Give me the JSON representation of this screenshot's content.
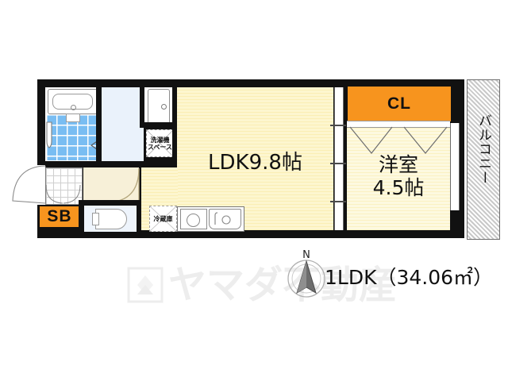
{
  "plan": {
    "summary_text": "1LDK（34.06㎡）",
    "compass_label": "N",
    "rooms": [
      {
        "id": "ldk",
        "label": "LDK9.8帖"
      },
      {
        "id": "washitsu",
        "label_line1": "洋室",
        "label_line2": "4.5帖"
      },
      {
        "id": "balcony",
        "label": "バルコニー"
      }
    ],
    "storage": [
      {
        "id": "cl",
        "label": "CL"
      },
      {
        "id": "sb",
        "label": "SB"
      }
    ],
    "fixtures": [
      {
        "id": "washer",
        "label_line1": "洗濯機",
        "label_line2": "スペース"
      },
      {
        "id": "fridge",
        "label": "冷蔵庫"
      }
    ]
  },
  "watermark": {
    "text": "ヤマダ不動産"
  },
  "colors": {
    "wall": "#111111",
    "accent_orange": "#F7941E",
    "floor_yellow": "#fdf6cf",
    "bath_blue": "#79bdf2",
    "hall_blue": "#eaf2fb"
  }
}
